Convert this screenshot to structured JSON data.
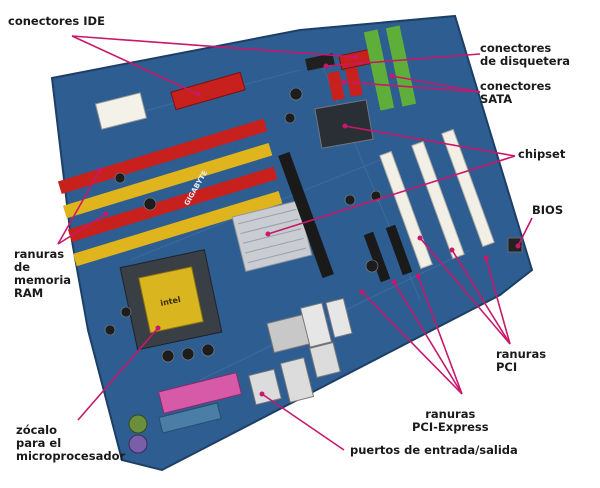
{
  "labels": {
    "ide": [
      "conectores IDE"
    ],
    "floppy": [
      "conectores",
      "de disquetera"
    ],
    "sata": [
      "conectores",
      "SATA"
    ],
    "chipset": [
      "chipset"
    ],
    "bios": [
      "BIOS"
    ],
    "ram": [
      "ranuras",
      "de",
      "memoria",
      "RAM"
    ],
    "pci": [
      "ranuras",
      "PCI"
    ],
    "pcie": [
      "ranuras",
      "PCI-Express"
    ],
    "socket": [
      "zócalo",
      "para el",
      "microprocesador"
    ],
    "io": [
      "puertos de entrada/salida"
    ]
  },
  "board_text": [
    "GIGABYTE",
    "intel"
  ],
  "colors": {
    "leader": "#c8186b",
    "board": "#2e5d91",
    "ram_red": "#c8201c",
    "ram_yellow": "#e0b41c",
    "pci_white": "#f2efe6",
    "pcie_black": "#1a1a1a",
    "sata_green": "#5fae3a",
    "heatsink": "#c9ccd1",
    "socket_yellow": "#d9b520"
  }
}
